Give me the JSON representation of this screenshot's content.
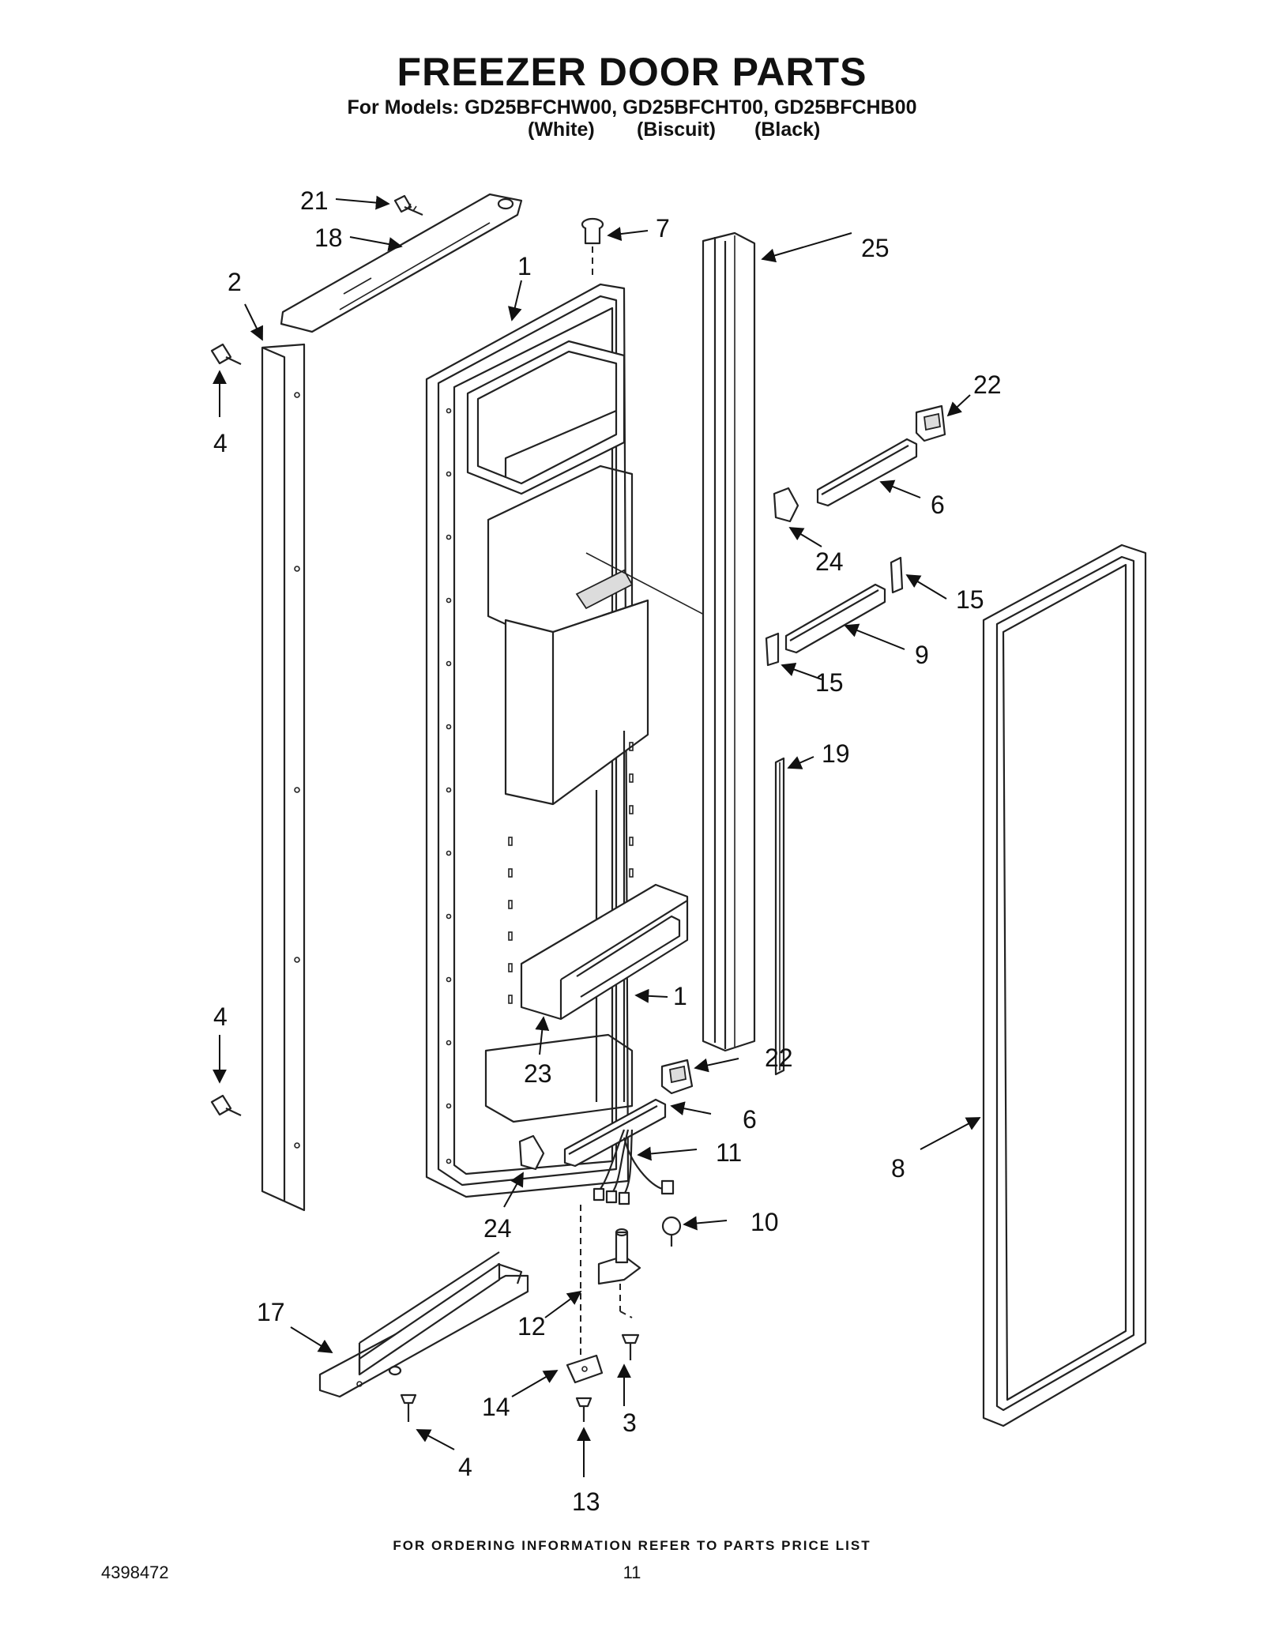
{
  "header": {
    "title": "FREEZER DOOR PARTS",
    "models_line": "For Models: GD25BFCHW00, GD25BFCHT00, GD25BFCHB00",
    "colors": [
      "(White)",
      "(Biscuit)",
      "(Black)"
    ]
  },
  "callouts": {
    "c21": "21",
    "c18": "18",
    "c7": "7",
    "c25": "25",
    "c1a": "1",
    "c2": "2",
    "c4a": "4",
    "c22a": "22",
    "c6a": "6",
    "c24a": "24",
    "c15a": "15",
    "c9": "9",
    "c15b": "15",
    "c19": "19",
    "c1b": "1",
    "c4b": "4",
    "c22b": "22",
    "c23": "23",
    "c6b": "6",
    "c11": "11",
    "c8": "8",
    "c24b": "24",
    "c10": "10",
    "c12": "12",
    "c17": "17",
    "c14": "14",
    "c3": "3",
    "c4c": "4",
    "c13": "13"
  },
  "footer": {
    "note": "FOR ORDERING INFORMATION REFER TO PARTS PRICE LIST",
    "doc_number": "4398472",
    "page_number": "11"
  }
}
